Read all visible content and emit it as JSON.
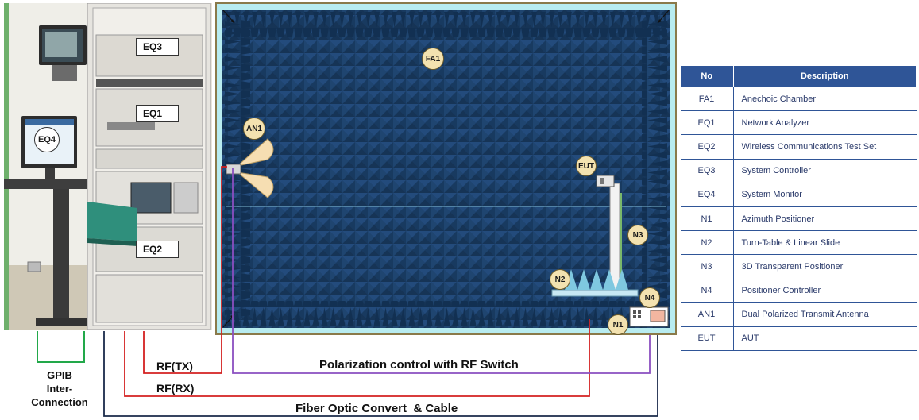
{
  "equipment_labels": {
    "eq1": "EQ1",
    "eq2": "EQ2",
    "eq3": "EQ3",
    "eq4": "EQ4"
  },
  "chamber_labels": {
    "fa1": "FA1",
    "an1": "AN1",
    "eut": "EUT",
    "n1": "N1",
    "n2": "N2",
    "n3": "N3",
    "n4": "N4"
  },
  "cable_labels": {
    "gpib": "GPIB Inter- Connection",
    "gpib_line1": "GPIB",
    "gpib_line2": "Inter-",
    "gpib_line3": "Connection",
    "rf_tx": "RF(TX)",
    "rf_rx": "RF(RX)",
    "polarization": "Polarization control with RF Switch",
    "fiber": "Fiber Optic Convert  & Cable"
  },
  "legend": {
    "header_no": "No",
    "header_desc": "Description",
    "rows": [
      {
        "no": "FA1",
        "desc": "Anechoic Chamber"
      },
      {
        "no": "EQ1",
        "desc": "Network Analyzer"
      },
      {
        "no": "EQ2",
        "desc": "Wireless Communications Test Set"
      },
      {
        "no": "EQ3",
        "desc": "System Controller"
      },
      {
        "no": "EQ4",
        "desc": "System Monitor"
      },
      {
        "no": "N1",
        "desc": "Azimuth Positioner"
      },
      {
        "no": "N2",
        "desc": "Turn-Table & Linear Slide"
      },
      {
        "no": "N3",
        "desc": "3D Transparent Positioner"
      },
      {
        "no": "N4",
        "desc": "Positioner Controller"
      },
      {
        "no": "AN1",
        "desc": "Dual Polarized Transmit Antenna"
      },
      {
        "no": "EUT",
        "desc": "AUT"
      }
    ]
  },
  "colors": {
    "gpib_line": "#22a84a",
    "rf_tx_line": "#d42020",
    "rf_rx_line": "#d42020",
    "polarization_line": "#8a4fc0",
    "fiber_line": "#1a2a4a",
    "chamber_bg": "#1c3f6a",
    "chamber_border": "#b8ecf0",
    "table_header": "#2f5597"
  }
}
